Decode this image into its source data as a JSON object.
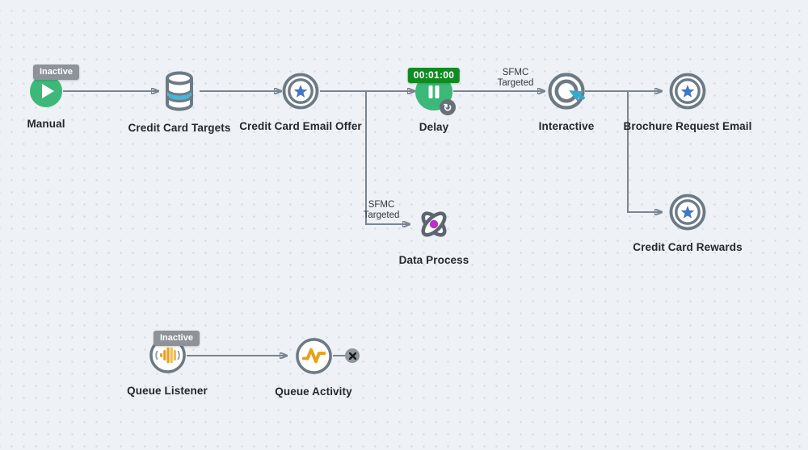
{
  "colors": {
    "canvas_background": "#eef1f5",
    "grid_dot": "#d6dbe2",
    "connector": "#7a8591",
    "node_ring_gray": "#6d7a85",
    "start_green": "#3cb878",
    "delay_timer_badge_green": "#128a24",
    "inactive_badge_gray": "#8d9399",
    "star_blue": "#4377c6",
    "database_band_blue": "#4ab5d6",
    "cursor_cyan": "#35a9cf",
    "activity_amber": "#e8a01a",
    "data_process_magenta": "#bd2fc6",
    "label_text": "#23282c"
  },
  "icons": {
    "refresh_glyph": "↻"
  },
  "nodes": {
    "manual": {
      "label": "Manual",
      "badge": "Inactive"
    },
    "credit_card_targets": {
      "label": "Credit Card Targets"
    },
    "credit_card_email_offer": {
      "label": "Credit Card Email Offer"
    },
    "delay": {
      "label": "Delay",
      "timer_badge": "00:01:00"
    },
    "interactive": {
      "label": "Interactive"
    },
    "brochure_request_email": {
      "label": "Brochure Request Email"
    },
    "credit_card_rewards": {
      "label": "Credit Card Rewards"
    },
    "data_process": {
      "label": "Data Process"
    },
    "queue_listener": {
      "label": "Queue Listener",
      "badge": "Inactive"
    },
    "queue_activity": {
      "label": "Queue Activity"
    }
  },
  "edges": {
    "delay_to_interactive": {
      "label": "SFMC\nTargeted"
    },
    "offer_to_data_process": {
      "label": "SFMC\nTargeted"
    }
  }
}
